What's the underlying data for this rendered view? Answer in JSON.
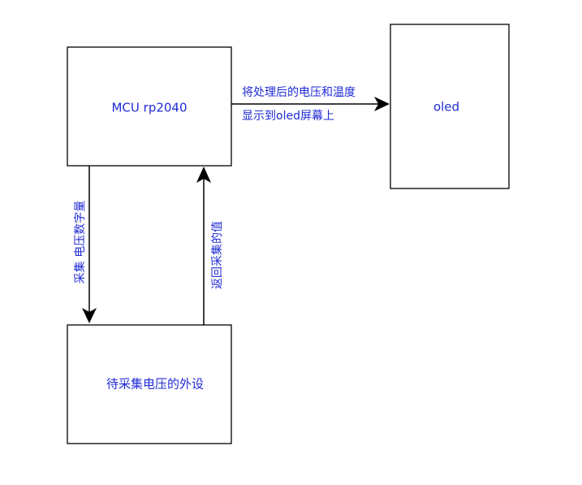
{
  "nodes": {
    "mcu": {
      "label": "MCU rp2040"
    },
    "oled": {
      "label": "oled"
    },
    "peripheral": {
      "label": "待采集电压的外设"
    }
  },
  "edges": {
    "mcu_to_oled": {
      "label_line1": "将处理后的电压和温度",
      "label_line2": "显示到oled屏幕上"
    },
    "mcu_to_peripheral": {
      "label": "采集 电压数字量"
    },
    "peripheral_to_mcu": {
      "label": "返回采集的值"
    }
  }
}
